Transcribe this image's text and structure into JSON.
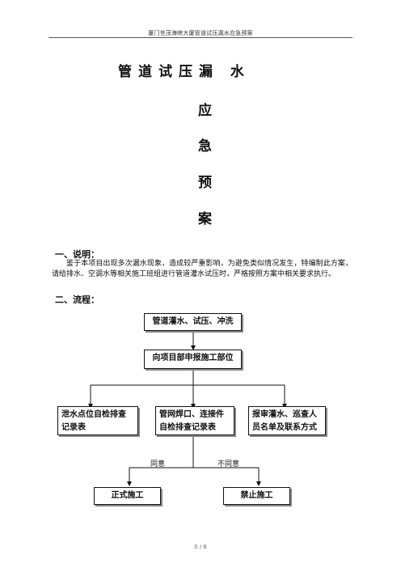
{
  "header": {
    "text": "厦门世茂海峡大厦管道试压漏水应急预案"
  },
  "title": {
    "line1": "管道试压漏  水",
    "chars": [
      "应",
      "急",
      "预",
      "案"
    ]
  },
  "section1": {
    "heading": "一、说明：",
    "body": "鉴于本项目出现多次漏水现象，造成较严重影响，为避免类似情况发生，特编制此方案，请给排水、空调水等相关施工班组进行管道灌水试压时，严格按照方案中相关要求执行。"
  },
  "section2": {
    "heading": "二、流程："
  },
  "flow": {
    "step1": "管道灌水、试压、冲洗",
    "step2": "向项目部申报施工部位",
    "branch1": [
      "泄水点位自检排查",
      "记录表"
    ],
    "branch2": [
      "管网焊口、连接件",
      "自检排查记录表"
    ],
    "branch3": [
      "报审灌水、巡查人",
      "员名单及联系方式"
    ],
    "agree": "同意",
    "disagree": "不同意",
    "result_ok": "正式施工",
    "result_no": "禁止施工"
  },
  "pager": {
    "current": "0",
    "sep": "/",
    "total": "6"
  }
}
